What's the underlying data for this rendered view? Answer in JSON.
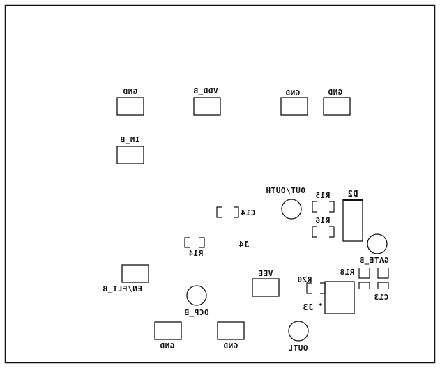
{
  "labels": {
    "gnd_1": "GND",
    "vdd_b": "VDD_B",
    "gnd_2": "GND",
    "gnd_3": "GND",
    "in_b": "IN_B",
    "out_outh": "OUT/OUTH",
    "d2": "D2",
    "r15": "R15",
    "r16": "R16",
    "c14": "C14",
    "j4": "J4",
    "r14": "R14",
    "gate_b": "GATE_B",
    "r18": "R18",
    "c13": "C13",
    "en_flt_b": "EN/FLT_B",
    "vee": "VEE",
    "r20": "R20",
    "j3": "J3",
    "ocp_b": "OCP_B",
    "gnd_4": "GND",
    "gnd_5": "GND",
    "outl": "OUTL"
  }
}
